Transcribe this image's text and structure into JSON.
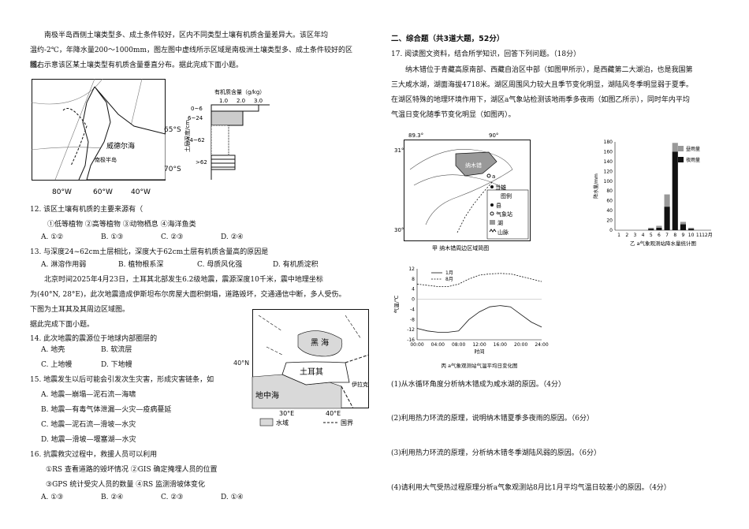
{
  "left": {
    "intro_lines": [
      "南极半岛西侧土壤类型多、成土条件较好，区内不同类型土壤有机质含量差异大。该区年均",
      "温约-2℃，年降水量200～1000mm，图左图中虚线所示区域是南极洲土壤类型多、成土条件较好的区域。",
      "图右示意该区某土壤类型有机质含量垂直分布。据此完成下面小题。"
    ],
    "map1": {
      "sea_label": "威德尔海",
      "peninsula_label": "南极半岛",
      "lat_labels": [
        "65°S",
        "70°S"
      ],
      "lon_labels": [
        "80°W",
        "60°W",
        "40°W"
      ]
    },
    "soil": {
      "title": "有机质含量（g/kg）",
      "ticks": [
        "1.0",
        "2.0",
        "3.0"
      ],
      "ylabel": "土层深度/cm",
      "depths": [
        "0~6",
        "6~24",
        "24~62",
        ">62"
      ]
    },
    "q12": {
      "stem": "12.  该区土壤有机质的主要来源有（",
      "items": "①低等植物   ②高等植物   ③动物栖息   ④海洋鱼类",
      "options": [
        "A. ①②",
        "B. ①③",
        "C. ②③",
        "D. ②④"
      ]
    },
    "q13": {
      "stem": "13.  与深度24~62cm土层相比，深度大于62cm土层有机质含量高的原因是",
      "options": [
        "A. 淋溶作用弱",
        "B. 植物根系深",
        "C. 母质风化强",
        "D. 有机质淀积"
      ]
    },
    "news_lines": [
      "北京时间2025年4月23日，土耳其北部发生6.2级地震，震源深度10千米，震中地理坐标",
      "为(40°N, 28°E)，此次地震造成伊斯坦布尔房屋大面积倒塌，道路毁坏，交通通信中断，多人受伤。",
      "下图为土耳其及其周边区域图。",
      "据此完成下面小题。"
    ],
    "q14": {
      "stem": "14.  此次地震的震源位于地球内部圈层的",
      "options": [
        "A. 地壳",
        "B. 软流层",
        "C. 上地幔",
        "D. 下地幔"
      ]
    },
    "q15": {
      "stem": "15.  地震发生以后可能会引发次生灾害，形成灾害链条，如",
      "options": [
        "A. 地震—崩塌—泥石流—海啸",
        "B. 地震—有毒气体泄漏—火灾—疫病蔓延",
        "C. 地震—泥石流—滑坡—水灾",
        "D. 地震—滑坡—堰塞湖—水灾"
      ]
    },
    "q16": {
      "stem": "16.  抗震救灾过程中，救援人员可以利用",
      "items1": "①RS 查看道路的毁坏情况   ②GIS 确定掩埋人员的位置",
      "items2": "③GPS 统计受灾人员的数量   ④RS 监测滑坡体变化",
      "options": [
        "A. ①③",
        "B. ②④",
        "C. ②③",
        "D. ①④"
      ]
    },
    "map2": {
      "sea1": "黑 海",
      "country": "土耳其",
      "sea2": "地中海",
      "iraq": "伊拉克",
      "lat": "40°N",
      "lon1": "30°E",
      "lon2": "40°E",
      "legend_water": "水域",
      "legend_border": "国界"
    }
  },
  "right": {
    "section": "二、综合题（共3道大题，52分）",
    "q17_stem": "17.  阅读图文资料，结合所学知识，回答下列问题。（18分）",
    "q17_lines": [
      "纳木错位于青藏高原南部、西藏自治区中部（如图甲所示），是西藏第二大湖泊，也是我国第",
      "三大咸水湖，湖面海拔4718米。湖区周围风力较大且季节变化明显，湖陆风冬季明显弱于夏季。",
      "在湖区特殊的地理环境作用下，湖区a气象站检测该地雨季多夜雨（如图乙所示），同时年内平均",
      "气温日变化随季节变化明显（如图丙）。"
    ],
    "map3": {
      "caption": "甲  纳木错周边区域简图",
      "lake": "纳木错",
      "town": "当雄",
      "legend_title": "图例",
      "legend_items": [
        "县",
        "气象站",
        "湖",
        "山脉"
      ],
      "lon_labels": [
        "89.3°",
        "90°"
      ],
      "lat_labels": [
        "31°",
        "30°"
      ],
      "station": "a"
    },
    "questions": [
      "(1)从水循环角度分析纳木错成为咸水湖的原因。（4分）",
      "(2)利用热力环流的原理，说明纳木错夏季多夜雨的原因。（6分）",
      "(3)利用热力环流的原理，分析纳木错冬季湖陆风弱的原因。（6分）",
      "(4)请利用大气受热过程原理分析a气象观测站8月比1月平均气温日较差小的原因。（4分）"
    ]
  },
  "chart_data": [
    {
      "type": "bar",
      "title": "乙  a气象观测站降水量统计图",
      "ylabel": "降水量/mm",
      "categories": [
        "1",
        "2",
        "3",
        "4",
        "5",
        "6",
        "7",
        "8",
        "9",
        "10",
        "11",
        "12月"
      ],
      "ylim": [
        0,
        180
      ],
      "yticks": [
        0,
        20,
        40,
        60,
        80,
        100,
        120,
        140,
        160,
        180
      ],
      "stacked": true,
      "legend_position": "top-right",
      "series": [
        {
          "name": "夜雨量",
          "color": "#111111",
          "values": [
            0,
            0,
            0,
            0,
            3,
            5,
            48,
            160,
            12,
            3,
            0,
            0
          ]
        },
        {
          "name": "昼雨量",
          "color": "#999999",
          "values": [
            0,
            0,
            0,
            0,
            2,
            4,
            25,
            18,
            5,
            2,
            0,
            0
          ]
        }
      ]
    },
    {
      "type": "line",
      "title": "丙  a气象观测站气温平均日变化图",
      "xlabel": "时间",
      "ylabel": "气温/℃",
      "ylim": [
        -16,
        12
      ],
      "yticks": [
        12,
        8,
        4,
        0,
        -4,
        -8,
        -12,
        -16
      ],
      "xticks": [
        "00:00",
        "04:00",
        "08:00",
        "12:00",
        "16:00",
        "20:00",
        "24:00"
      ],
      "x": [
        0,
        2,
        4,
        6,
        8,
        10,
        12,
        14,
        16,
        18,
        20,
        22,
        24
      ],
      "legend_position": "top-left",
      "series": [
        {
          "name": "1月",
          "dash": false,
          "values": [
            -11.5,
            -12.5,
            -13,
            -13,
            -12.5,
            -8,
            -5,
            -3,
            -2.5,
            -3,
            -6,
            -9,
            -11
          ]
        },
        {
          "name": "8月",
          "dash": true,
          "values": [
            6,
            5.5,
            5,
            5,
            6,
            8,
            9.5,
            10,
            10.2,
            10,
            9,
            8,
            7
          ]
        }
      ]
    }
  ]
}
